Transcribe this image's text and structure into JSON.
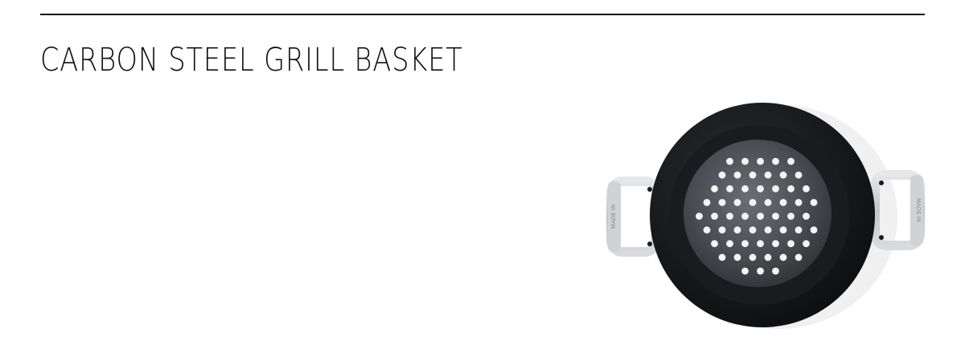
{
  "page": {
    "title": "CARBON STEEL GRILL BASKET"
  },
  "product_image": {
    "subject": "carbon-steel-grill-basket",
    "handle_stamp": "MADE IN"
  },
  "colors": {
    "text": "#111111",
    "background": "#ffffff",
    "pan": "#141517",
    "handle": "#c9cbcf"
  }
}
